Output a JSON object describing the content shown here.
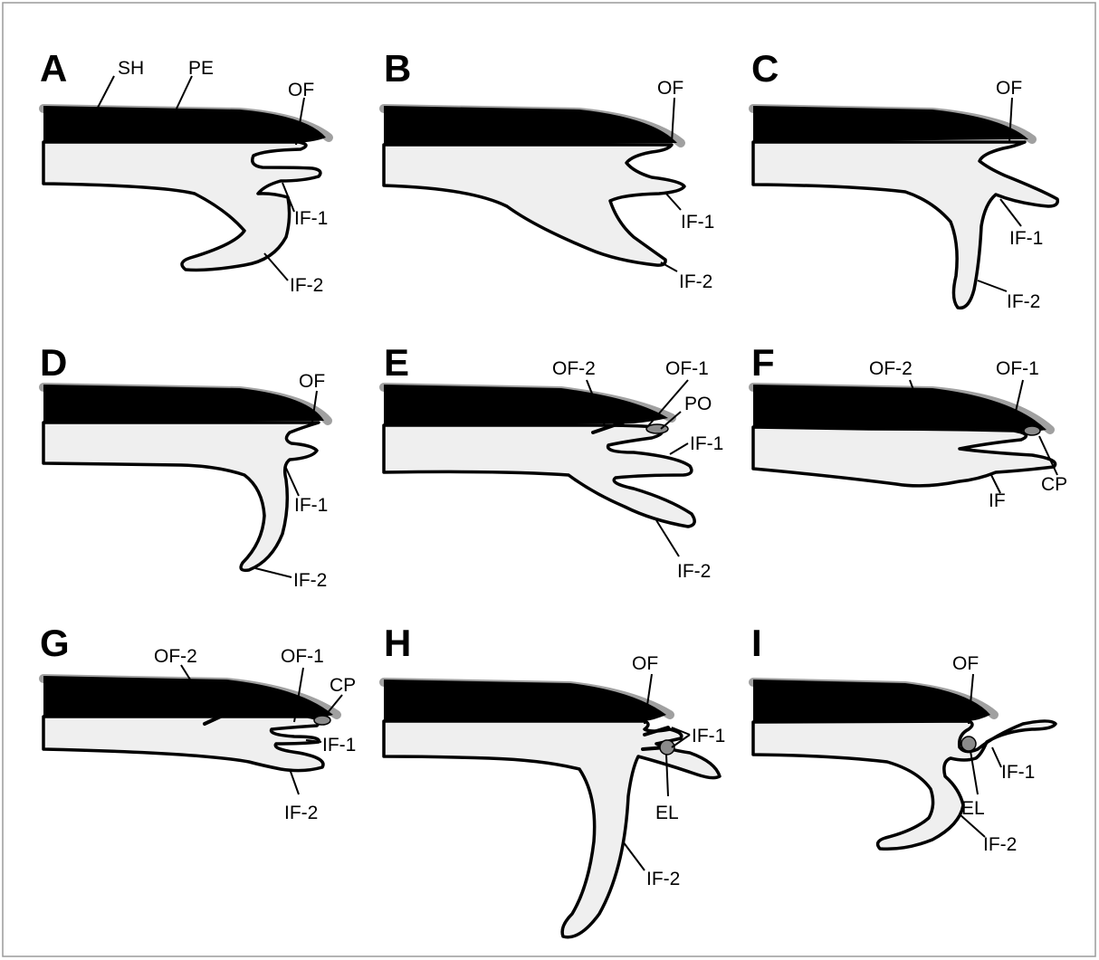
{
  "panels": [
    {
      "letter": "A",
      "labels": {
        "sh": "SH",
        "pe": "PE",
        "of": "OF",
        "if1": "IF-1",
        "if2": "IF-2"
      }
    },
    {
      "letter": "B",
      "labels": {
        "of": "OF",
        "if1": "IF-1",
        "if2": "IF-2"
      }
    },
    {
      "letter": "C",
      "labels": {
        "of": "OF",
        "if1": "IF-1",
        "if2": "IF-2"
      }
    },
    {
      "letter": "D",
      "labels": {
        "of": "OF",
        "if1": "IF-1",
        "if2": "IF-2"
      }
    },
    {
      "letter": "E",
      "labels": {
        "of2": "OF-2",
        "of1": "OF-1",
        "po": "PO",
        "if1": "IF-1",
        "if2": "IF-2"
      }
    },
    {
      "letter": "F",
      "labels": {
        "of2": "OF-2",
        "of1": "OF-1",
        "if": "IF",
        "cp": "CP"
      }
    },
    {
      "letter": "G",
      "labels": {
        "of2": "OF-2",
        "of1": "OF-1",
        "cp": "CP",
        "if1": "IF-1",
        "if2": "IF-2"
      }
    },
    {
      "letter": "H",
      "labels": {
        "of": "OF",
        "if1": "IF-1",
        "el": "EL",
        "if2": "IF-2"
      }
    },
    {
      "letter": "I",
      "labels": {
        "of": "OF",
        "if1": "IF-1",
        "el": "EL",
        "if2": "IF-2"
      }
    }
  ],
  "colors": {
    "shell": "#000000",
    "periostracum": "#a0a0a0",
    "mantle": "#efefef",
    "structure": "#8a8a8a",
    "frame": "#9a9a9a"
  }
}
